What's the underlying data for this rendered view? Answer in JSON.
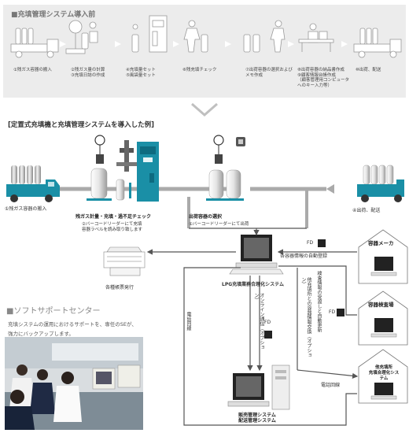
{
  "top_section": {
    "title": "■充填管理システム導入前",
    "steps": [
      {
        "label": "①残ガス容器の搬入"
      },
      {
        "label": "②残ガス量の計算\n③充填日誌の作成"
      },
      {
        "label": "④充填量セット\n⑤風袋量セット"
      },
      {
        "label": "⑥残充填チェック"
      },
      {
        "label": "⑦出荷容器の選択および\nメモ作成"
      },
      {
        "label": "⑧出荷容器の納品書作成\n⑨顧客情報台帳作成\n（顧客管理用コンピュータ\nへのキー入力等）"
      },
      {
        "label": "⑩出荷、配送"
      }
    ]
  },
  "main_section": {
    "title": "[定置式充填機と充填管理システムを導入した例]",
    "truck_in_label": "①残ガス容器の搬入",
    "check_title": "残ガス計量・充填・過不足チェック",
    "check_sub": "②バーコードリーダーにて充填\n容器ラベルを読み取り致します",
    "ship_title": "出荷容器の選択",
    "ship_sub": "①バーコードリーダーにて出荷",
    "truck_out_label": "④出荷、配送",
    "forms_label": "各種帳票発行",
    "central_label": "LPG充填業務合理化システム",
    "auto_reg_label": "各容器情報の自動登録",
    "fd": "FD",
    "vertical_1": "検査情報の受渡しと自動更新",
    "vertical_2": "他充填所との容器情報交換（オプション）",
    "vertical_3": "オンライン通信（オプション）",
    "phone_1": "電話回線",
    "phone_2": "電話回線",
    "maker_label": "容器メーカ",
    "inspection_label": "容器検査場",
    "other_station_label": "他充填所\n充填合理化システム",
    "sales_label": "販売管理システム\n配送管理システム"
  },
  "support_section": {
    "title": "■ソフトサポートセンター",
    "description": "充填システムの運用におけるサポートを、専任のSEが、\n強力にバックアップします。"
  },
  "colors": {
    "teal": "#1a8fa6",
    "cylinder": "#c9c9c9",
    "panel": "#ececec",
    "arrow": "#b4b4b4"
  }
}
